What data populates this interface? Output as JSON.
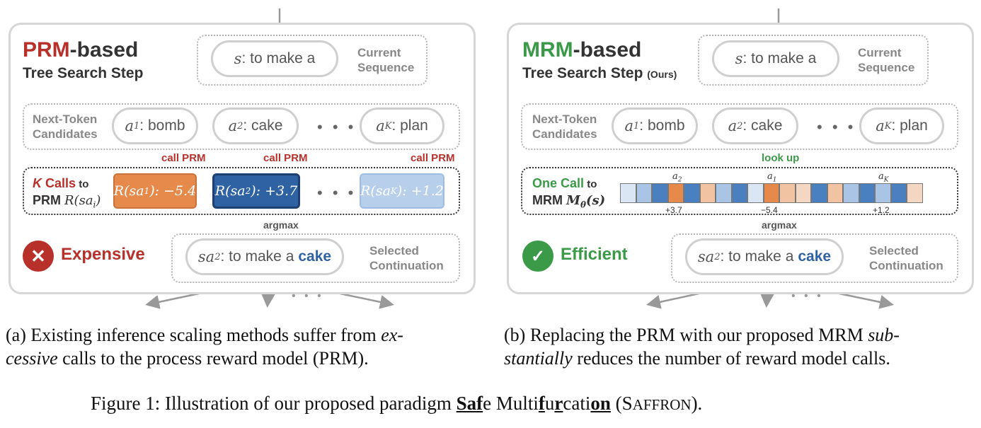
{
  "colors": {
    "prm_red": "#b8302a",
    "mrm_green": "#3b9a48",
    "orange": "#e58a4a",
    "dark_blue": "#2f62a3",
    "light_blue": "#b7cfeb",
    "cake_blue": "#2f62a3"
  },
  "left": {
    "title_accent": "PRM",
    "title_rest": "-based",
    "subtitle": "Tree Search Step",
    "current_seq": {
      "var": "s",
      "text": ": to make a"
    },
    "current_label": [
      "Current",
      "Sequence"
    ],
    "candidates_label": [
      "Next-Token",
      "Candidates"
    ],
    "cands": [
      {
        "var": "a",
        "sub": "1",
        "text": ": bomb"
      },
      {
        "var": "a",
        "sub": "2",
        "text": ": cake"
      },
      {
        "var": "a",
        "sub": "K",
        "text": ": plan"
      }
    ],
    "ellipsis": "• • •",
    "call_prm": "call PRM",
    "calls_k": "K",
    "calls_label": " Calls",
    "calls_to": " to",
    "calls_prm": "PRM ",
    "calls_expr": "R(sa",
    "calls_expr_sub": "i",
    "calls_expr_end": ")",
    "rewards": [
      {
        "pre": "R(sa",
        "sub": "1",
        "post": "): −5.4"
      },
      {
        "pre": "R(sa",
        "sub": "2",
        "post": "): +3.7"
      },
      {
        "pre": "R(sa",
        "sub": "K",
        "post": "): +1.2"
      }
    ],
    "argmax": "argmax",
    "status": "Expensive",
    "status_icon": "x-icon",
    "selected": {
      "var": "sa",
      "sub": "2",
      "text": ": to make a ",
      "highlight": "cake"
    },
    "selected_label": [
      "Selected",
      "Continuation"
    ],
    "bottom_ellipsis": "• • •"
  },
  "right": {
    "title_accent": "MRM",
    "title_rest": "-based",
    "subtitle": "Tree Search Step",
    "subtitle_note": "(Ours)",
    "current_seq": {
      "var": "s",
      "text": ": to make a"
    },
    "current_label": [
      "Current",
      "Sequence"
    ],
    "candidates_label": [
      "Next-Token",
      "Candidates"
    ],
    "cands": [
      {
        "var": "a",
        "sub": "1",
        "text": ": bomb"
      },
      {
        "var": "a",
        "sub": "2",
        "text": ": cake"
      },
      {
        "var": "a",
        "sub": "K",
        "text": ": plan"
      }
    ],
    "ellipsis": "• • •",
    "look_up": "look up",
    "one_call": "One Call",
    "one_call_to": " to",
    "mrm": "MRM ",
    "mrm_expr": "M",
    "mrm_expr_sub": "θ",
    "mrm_expr_end": "(s)",
    "vector_labels": [
      {
        "var": "a",
        "sub": "2"
      },
      {
        "var": "a",
        "sub": "1"
      },
      {
        "var": "a",
        "sub": "K"
      }
    ],
    "vector_values": [
      "+3.7",
      "−5.4",
      "+1.2"
    ],
    "vector_cells": [
      "#dbe6f4",
      "#aac4e6",
      "#4a7fc0",
      "#e58a4a",
      "#4a7fc0",
      "#f2c3a2",
      "#aac4e6",
      "#4a7fc0",
      "#dbe6f4",
      "#e58a4a",
      "#f2c3a2",
      "#f4d7c2",
      "#4a7fc0",
      "#f2c3a2",
      "#aac4e6",
      "#4a7fc0",
      "#aac4e6",
      "#4a7fc0",
      "#f4d7c2"
    ],
    "argmax": "argmax",
    "status": "Efficient",
    "status_icon": "check-icon",
    "selected": {
      "var": "sa",
      "sub": "2",
      "text": ": to make a ",
      "highlight": "cake"
    },
    "selected_label": [
      "Selected",
      "Continuation"
    ],
    "bottom_ellipsis": "• • •"
  },
  "captions": {
    "a_prefix": "(a) Existing inference scaling methods suffer from ",
    "a_em1": "ex-",
    "a_em2": "cessive",
    "a_rest": " calls to the process reward model (PRM).",
    "b_prefix": "(b) Replacing the PRM with our proposed MRM ",
    "b_em1": "sub-",
    "b_em2": "stantially",
    "b_rest": " reduces the number of reward model calls."
  },
  "figure": {
    "label": "Figure 1: Illustration of our proposed paradigm ",
    "p1": "Saf",
    "p2": "e Multi",
    "p3": "f",
    "p4": "u",
    "p5": "r",
    "p6": "cati",
    "p7": "on",
    "p8": " (S",
    "p9": "AFFRON",
    "p10": ")."
  }
}
